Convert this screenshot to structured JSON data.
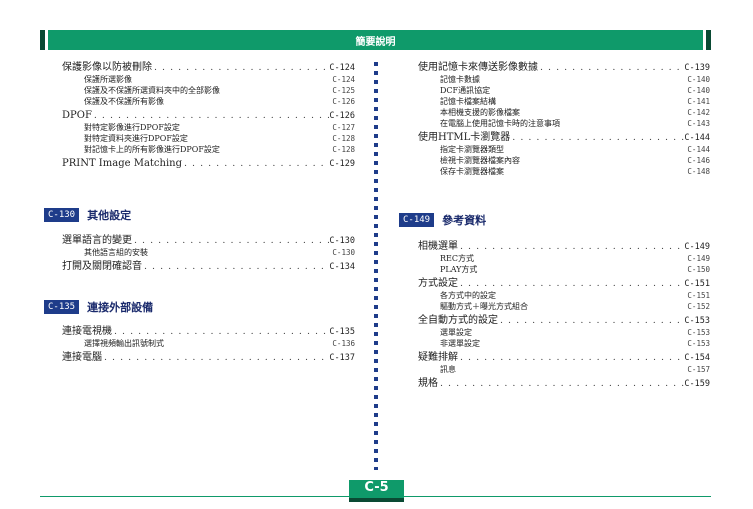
{
  "header": {
    "title": "簡要說明"
  },
  "left": {
    "block1": [
      {
        "title": "保護影像以防被刪除",
        "page": "C-124",
        "level": "main"
      },
      {
        "title": "保護所選影像",
        "page": "C-124",
        "level": "sub"
      },
      {
        "title": "保護及不保護所選資料夾中的全部影像",
        "page": "C-125",
        "level": "sub"
      },
      {
        "title": "保護及不保護所有影像",
        "page": "C-126",
        "level": "sub"
      },
      {
        "title": "DPOF",
        "page": "C-126",
        "level": "main"
      },
      {
        "title": "對特定影像進行DPOF設定",
        "page": "C-127",
        "level": "sub"
      },
      {
        "title": "對特定資料夾進行DPOF設定",
        "page": "C-128",
        "level": "sub"
      },
      {
        "title": "對記憶卡上的所有影像進行DPOF設定",
        "page": "C-128",
        "level": "sub"
      },
      {
        "title": "PRINT Image Matching",
        "page": "C-129",
        "level": "main"
      }
    ],
    "section2": {
      "badge": "C-130",
      "title": "其他設定"
    },
    "block2": [
      {
        "title": "選單語言的變更",
        "page": "C-130",
        "level": "main"
      },
      {
        "title": "其他語言組的安裝",
        "page": "C-130",
        "level": "sub"
      },
      {
        "title": "打開及關閉確認音",
        "page": "C-134",
        "level": "main"
      }
    ],
    "section3": {
      "badge": "C-135",
      "title": "連接外部設備"
    },
    "block3": [
      {
        "title": "連接電視機",
        "page": "C-135",
        "level": "main"
      },
      {
        "title": "選擇視頻輸出訊號制式",
        "page": "C-136",
        "level": "sub"
      },
      {
        "title": "連接電腦",
        "page": "C-137",
        "level": "main"
      }
    ]
  },
  "right": {
    "block1": [
      {
        "title": "使用記憶卡來傳送影像數據",
        "page": "C-139",
        "level": "main"
      },
      {
        "title": "記憶卡數據",
        "page": "C-140",
        "level": "sub"
      },
      {
        "title": "DCF通訊協定",
        "page": "C-140",
        "level": "sub"
      },
      {
        "title": "記憶卡檔案結構",
        "page": "C-141",
        "level": "sub"
      },
      {
        "title": "本相機支援的影像檔案",
        "page": "C-142",
        "level": "sub"
      },
      {
        "title": "在電腦上使用記憶卡時的注意事項",
        "page": "C-143",
        "level": "sub"
      },
      {
        "title": "使用HTML卡瀏覽器",
        "page": "C-144",
        "level": "main"
      },
      {
        "title": "指定卡瀏覽器類型",
        "page": "C-144",
        "level": "sub"
      },
      {
        "title": "檢視卡瀏覽器檔案內容",
        "page": "C-146",
        "level": "sub"
      },
      {
        "title": "保存卡瀏覽器檔案",
        "page": "C-148",
        "level": "sub"
      }
    ],
    "section2": {
      "badge": "C-149",
      "title": "參考資料"
    },
    "block2": [
      {
        "title": "相機選單",
        "page": "C-149",
        "level": "main"
      },
      {
        "title": "REC方式",
        "page": "C-149",
        "level": "sub"
      },
      {
        "title": "PLAY方式",
        "page": "C-150",
        "level": "sub"
      },
      {
        "title": "方式設定",
        "page": "C-151",
        "level": "main"
      },
      {
        "title": "各方式中的設定",
        "page": "C-151",
        "level": "sub"
      },
      {
        "title": "驅動方式＋曝光方式組合",
        "page": "C-152",
        "level": "sub"
      },
      {
        "title": "全自動方式的設定",
        "page": "C-153",
        "level": "main"
      },
      {
        "title": "選單設定",
        "page": "C-153",
        "level": "sub"
      },
      {
        "title": "非選單設定",
        "page": "C-153",
        "level": "sub"
      },
      {
        "title": "疑難排解",
        "page": "C-154",
        "level": "main"
      },
      {
        "title": "訊息",
        "page": "C-157",
        "level": "sub"
      },
      {
        "title": "規格",
        "page": "C-159",
        "level": "main"
      }
    ]
  },
  "footer": {
    "page": "C-5"
  }
}
